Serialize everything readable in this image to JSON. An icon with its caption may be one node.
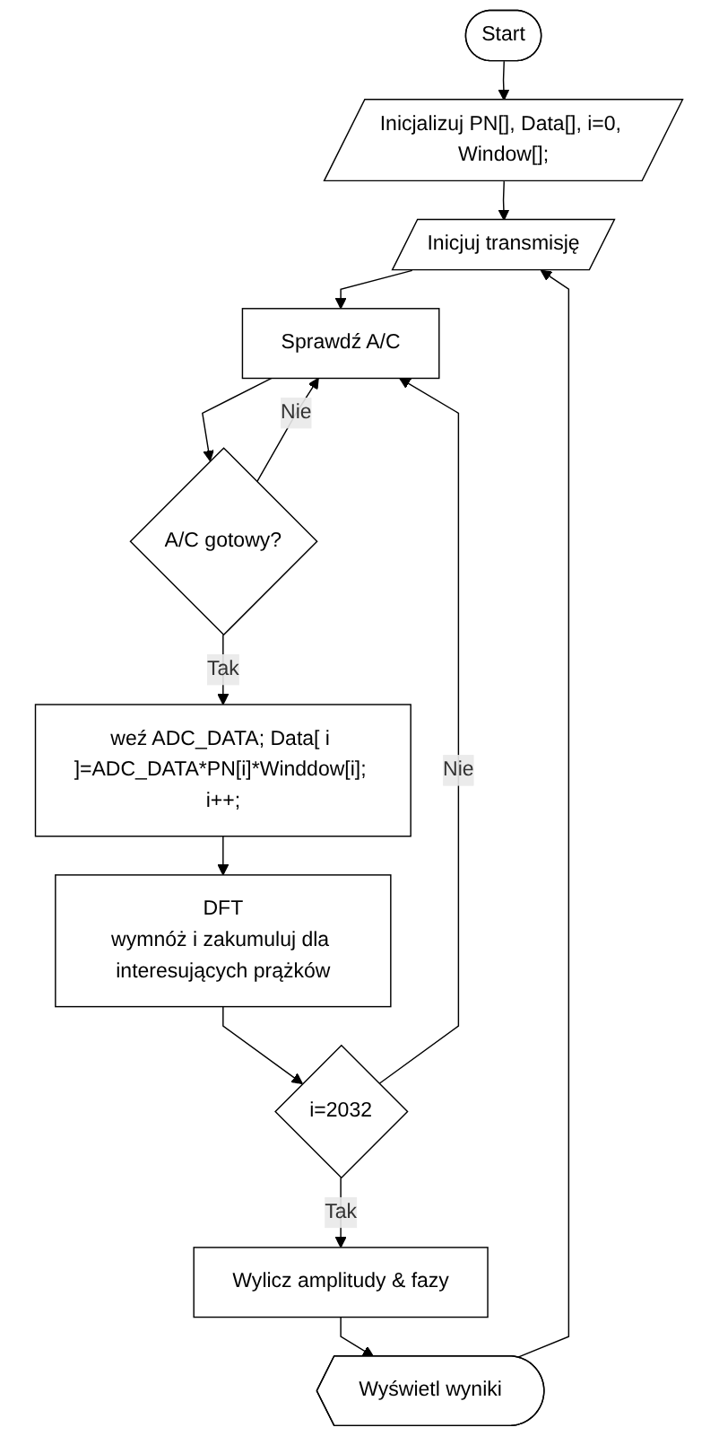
{
  "diagram": {
    "nodes": [
      {
        "text": [
          "Start"
        ]
      },
      {
        "text": [
          "Inicjalizuj PN[], Data[], i=0, Window[];"
        ]
      },
      {
        "text": [
          "Inicjuj transmisję"
        ]
      },
      {
        "text": [
          "Sprawdź A/C"
        ]
      },
      {
        "text": [
          "A/C gotowy?"
        ]
      },
      {
        "text": [
          "weź ADC_DATA; Data[ i ]=ADC_DATA*PN[i]*Winddow[i]; i++;"
        ]
      },
      {
        "text": [
          "DFT",
          "wymnóż i zakumuluj dla interesujących prążków"
        ]
      },
      {
        "text": [
          "i=2032"
        ]
      },
      {
        "text": [
          "Wylicz amplitudy & fazy"
        ]
      },
      {
        "text": [
          "Wyświetl wyniki"
        ]
      }
    ],
    "edges": [
      {
        "from": 0,
        "to": 1,
        "arrow": "to"
      },
      {
        "from": 1,
        "to": 2,
        "arrow": "to"
      },
      {
        "from": 2,
        "to": 3,
        "arrow": "to"
      },
      {
        "from": 3,
        "to": 4,
        "arrow": "to"
      },
      {
        "from": 4,
        "to": 3,
        "label": "Nie",
        "arrow": "to"
      },
      {
        "from": 4,
        "to": 5,
        "label": "Tak",
        "arrow": "to"
      },
      {
        "from": 5,
        "to": 6,
        "arrow": "to"
      },
      {
        "from": 6,
        "to": 7,
        "arrow": "to"
      },
      {
        "from": 7,
        "to": 3,
        "label": "Nie",
        "arrow": "to"
      },
      {
        "from": 7,
        "to": 8,
        "label": "Tak",
        "arrow": "to"
      },
      {
        "from": 8,
        "to": 9,
        "arrow": "to"
      },
      {
        "from": 9,
        "to": 2,
        "arrow": "to"
      }
    ]
  }
}
